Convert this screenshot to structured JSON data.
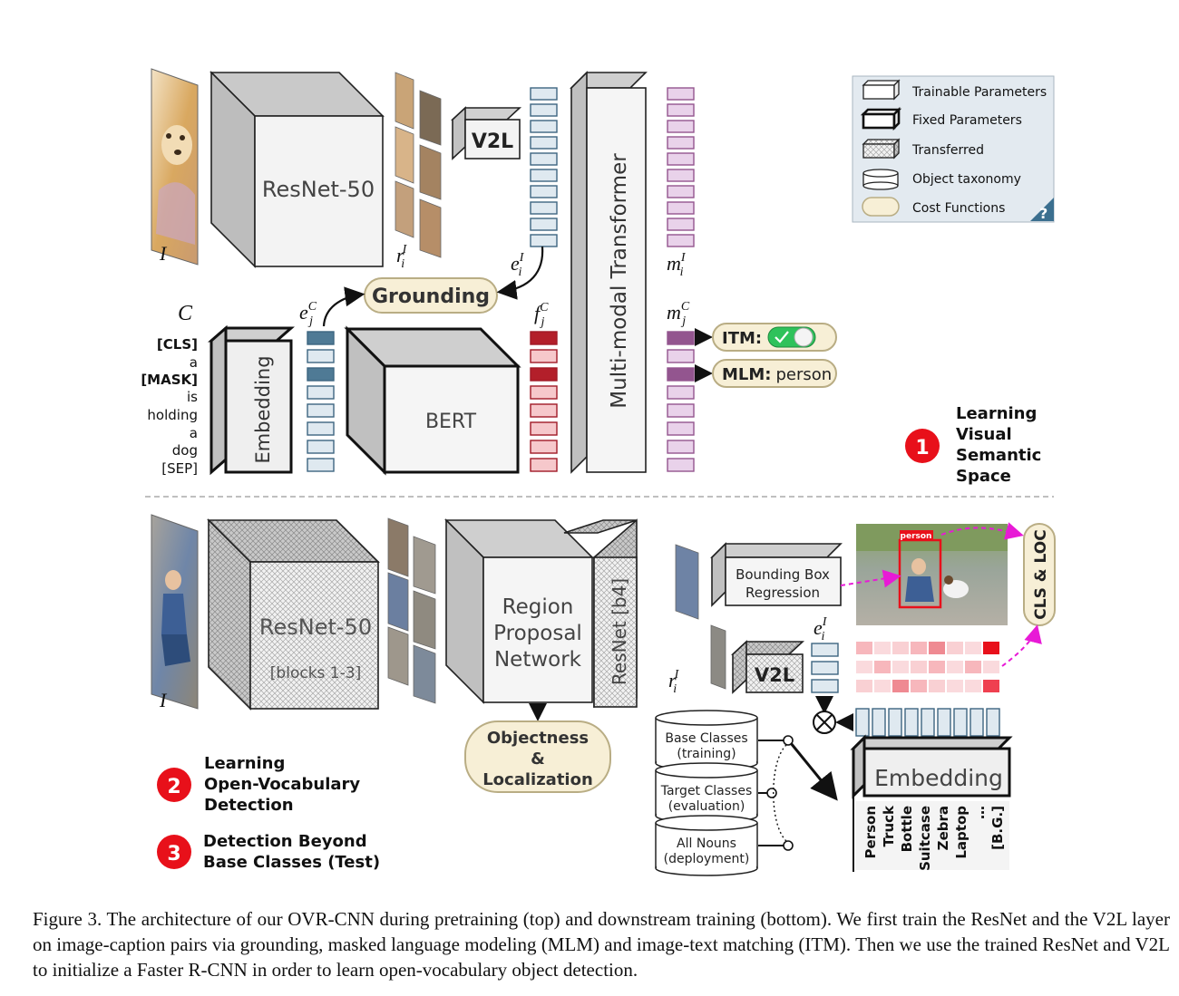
{
  "legend": {
    "items": [
      {
        "label": "Trainable Parameters",
        "kind": "trainable"
      },
      {
        "label": "Fixed Parameters",
        "kind": "fixed"
      },
      {
        "label": "Transferred",
        "kind": "transferred"
      },
      {
        "label": "Object taxonomy",
        "kind": "taxonomy"
      },
      {
        "label": "Cost Functions",
        "kind": "cost"
      }
    ],
    "help": "?"
  },
  "top": {
    "image_label": "I",
    "resnet": "ResNet-50",
    "regions_label": "r",
    "regions_sup": "I",
    "regions_sub": "i",
    "v2l": "V2L",
    "e_i_label": "e",
    "e_i_sup": "I",
    "e_i_sub": "i",
    "transformer": "Multi-modal Transformer",
    "m_i_label": "m",
    "m_i_sup": "I",
    "m_i_sub": "i",
    "grounding": "Grounding",
    "caption_label": "C",
    "tokens": [
      "[CLS]",
      "a",
      "[MASK]",
      "is",
      "holding",
      "a",
      "dog",
      "[SEP]"
    ],
    "embedding": "Embedding",
    "e_j_label": "e",
    "e_j_sup": "C",
    "e_j_sub": "j",
    "bert": "BERT",
    "f_j_label": "f",
    "f_j_sup": "C",
    "f_j_sub": "j",
    "m_j_label": "m",
    "m_j_sup": "C",
    "m_j_sub": "j",
    "itm": "ITM:",
    "mlm_bold": "MLM:",
    "mlm_word": "person",
    "step_number": "1",
    "step_lines": [
      "Learning",
      "Visual",
      "Semantic",
      "Space"
    ]
  },
  "bottom": {
    "image_label": "I",
    "resnet": "ResNet-50",
    "resnet_sub": "[blocks 1-3]",
    "rpn_lines": [
      "Region",
      "Proposal",
      "Network"
    ],
    "resnet_b4": "ResNet [b4]",
    "objectness_lines": [
      "Objectness",
      "&",
      "Localization"
    ],
    "regions_label": "r",
    "regions_sup": "I",
    "regions_sub": "i",
    "bbox_lines": [
      "Bounding Box",
      "Regression"
    ],
    "v2l": "V2L",
    "e_i_label": "e",
    "e_i_sup": "I",
    "e_i_sub": "i",
    "person_tag": "person",
    "cls_loc": "CLS & LOC",
    "embedding": "Embedding",
    "classes": [
      "Person",
      "Truck",
      "Bottle",
      "Suitcase",
      "Zebra",
      "Laptop",
      "…",
      "[B.G.]"
    ],
    "dbs": [
      {
        "title": "Base Classes",
        "sub": "(training)"
      },
      {
        "title": "Target Classes",
        "sub": "(evaluation)"
      },
      {
        "title": "All Nouns",
        "sub": "(deployment)"
      }
    ],
    "step2_number": "2",
    "step2_lines": [
      "Learning",
      "Open-Vocabulary",
      "Detection"
    ],
    "step3_number": "3",
    "step3_lines": [
      "Detection Beyond",
      "Base Classes (Test)"
    ]
  },
  "caption": "Figure 3. The architecture of our OVR-CNN during pretraining (top) and downstream training (bottom). We first train the ResNet and the V2L layer on image-caption pairs via grounding, masked language modeling (MLM) and image-text matching (ITM). Then we use the trained ResNet and V2L to initialize a Faster R-CNN in order to learn open-vocabulary object detection.",
  "colors": {
    "accent_red": "#e8101a",
    "cost_fill": "#f7efd6",
    "cost_stroke": "#b9ad84",
    "legend_bg": "#e3eaf0",
    "vector_blue": "#dfe9f0",
    "vector_blue_dark": "#4f7a95",
    "vector_purple": "#e9d2ea",
    "vector_purple_dark": "#93558f",
    "vector_red_light": "#f6c8cb",
    "vector_red_dark": "#b31f2a",
    "toggle_green": "#2fc25b",
    "magenta": "#e81ad6"
  }
}
